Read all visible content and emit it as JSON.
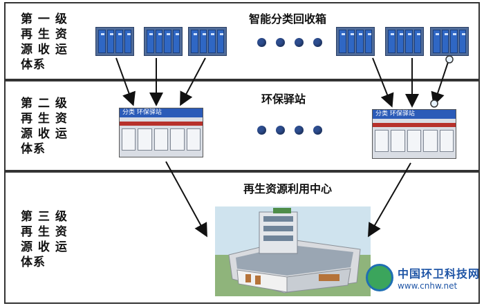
{
  "tiers": [
    {
      "label_rows": [
        "第 一 级",
        "再 生 资",
        "源 收 运",
        "体系"
      ],
      "title": "智能分类回收箱"
    },
    {
      "label_rows": [
        "第 二 级",
        "再 生 资",
        "源 收 运",
        "体系"
      ],
      "title": "环保驿站"
    },
    {
      "label_rows": [
        "第 三 级",
        "再 生 资",
        "源 收 运",
        "体系"
      ],
      "title": "再生资源利用中心"
    }
  ],
  "station_sign": "分类  环保驿站",
  "watermark": {
    "title": "中国环卫科技网",
    "url": "www.cnhw.net"
  },
  "colors": {
    "border": "#333333",
    "dot": "#2d4d8f",
    "bin_door": "#2f67c4",
    "station_roof": "#2b5bb8"
  }
}
